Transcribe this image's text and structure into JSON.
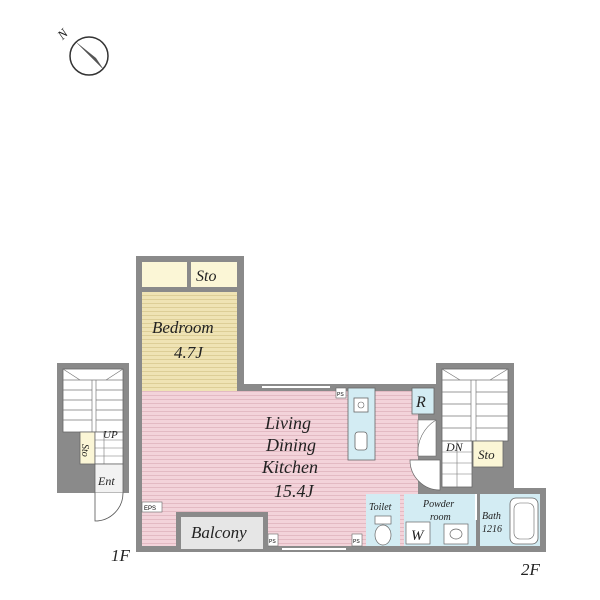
{
  "compass": {
    "north_label": "N",
    "icon": "compass-arrow-icon"
  },
  "floors": {
    "first": "1F",
    "second": "2F"
  },
  "rooms": {
    "bedroom": {
      "name": "Bedroom",
      "size": "4.7J"
    },
    "storage_top": "Sto",
    "ldk": {
      "line1": "Living",
      "line2": "Dining",
      "line3": "Kitchen",
      "size": "15.4J"
    },
    "balcony": "Balcony",
    "refrigerator": "R",
    "stair_down": "DN",
    "storage_right": "Sto",
    "toilet": "Toilet",
    "powder": {
      "line1": "Powder",
      "line2": "room"
    },
    "washer": "W",
    "bath": {
      "line1": "Bath",
      "line2": "1216"
    },
    "stair_up": "UP",
    "storage_1f": "Sto",
    "entrance": "Ent",
    "eps": "EPS",
    "ps": "PS"
  },
  "colors": {
    "wall": "#8a8a8a",
    "ldk_floor": "#f3d3da",
    "bedroom_floor": "#efe3b4",
    "storage_floor": "#fbf6d6",
    "wet_floor": "#d3ecf3",
    "balcony_floor": "#e6e6e6"
  }
}
